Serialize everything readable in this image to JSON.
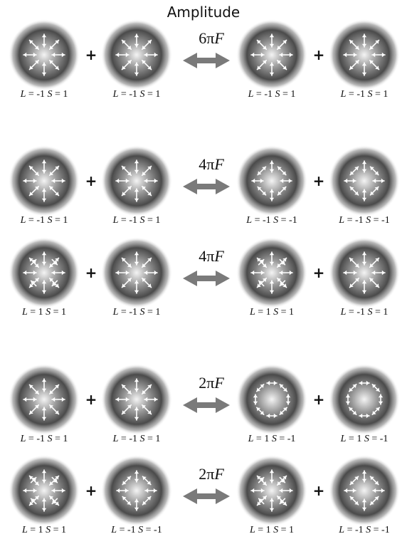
{
  "title": "Amplitude",
  "plus_symbol": "+",
  "colors": {
    "glow_center": "#f2f2f2",
    "glow_edge": "#3a3a3a",
    "arrow": "#ffffff",
    "connector": "#7a7a7a",
    "text": "#111111"
  },
  "rows": [
    {
      "factor": {
        "coef": "6",
        "pi": "π",
        "var": "F"
      },
      "beams": [
        {
          "pattern": "radial",
          "L": "-1",
          "S": "1"
        },
        {
          "pattern": "radial",
          "L": "-1",
          "S": "1"
        },
        {
          "pattern": "radial",
          "L": "-1",
          "S": "1"
        },
        {
          "pattern": "radial",
          "L": "-1",
          "S": "1"
        }
      ]
    },
    {
      "factor": {
        "coef": "4",
        "pi": "π",
        "var": "F"
      },
      "beams": [
        {
          "pattern": "radial",
          "L": "-1",
          "S": "1"
        },
        {
          "pattern": "radial",
          "L": "-1",
          "S": "1"
        },
        {
          "pattern": "hyperbolic",
          "L": "-1",
          "S": "-1"
        },
        {
          "pattern": "hyperbolic",
          "L": "-1",
          "S": "-1"
        }
      ]
    },
    {
      "factor": {
        "coef": "4",
        "pi": "π",
        "var": "F"
      },
      "beams": [
        {
          "pattern": "radial-ring",
          "L": "1",
          "S": "1"
        },
        {
          "pattern": "radial",
          "L": "-1",
          "S": "1"
        },
        {
          "pattern": "radial-ring",
          "L": "1",
          "S": "1"
        },
        {
          "pattern": "radial",
          "L": "-1",
          "S": "1"
        }
      ]
    },
    {
      "factor": {
        "coef": "2",
        "pi": "π",
        "var": "F"
      },
      "beams": [
        {
          "pattern": "radial",
          "L": "-1",
          "S": "1"
        },
        {
          "pattern": "radial",
          "L": "-1",
          "S": "1"
        },
        {
          "pattern": "azimuthal",
          "L": "1",
          "S": "-1"
        },
        {
          "pattern": "azimuthal",
          "L": "1",
          "S": "-1"
        }
      ]
    },
    {
      "factor": {
        "coef": "2",
        "pi": "π",
        "var": "F"
      },
      "beams": [
        {
          "pattern": "radial-ring",
          "L": "1",
          "S": "1"
        },
        {
          "pattern": "hyperbolic",
          "L": "-1",
          "S": "-1"
        },
        {
          "pattern": "radial-ring",
          "L": "1",
          "S": "1"
        },
        {
          "pattern": "hyperbolic",
          "L": "-1",
          "S": "-1"
        }
      ]
    }
  ]
}
